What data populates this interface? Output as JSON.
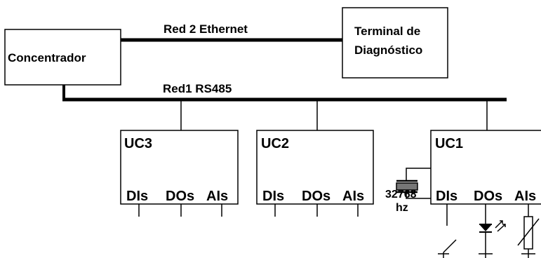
{
  "nodes": {
    "concentrator": "Concentrador",
    "terminal_line1": "Terminal de",
    "terminal_line2": "Diagnóstico"
  },
  "networks": {
    "ethernet": "Red 2  Ethernet",
    "rs485": "Red1  RS485"
  },
  "units": [
    {
      "name": "UC3",
      "inputs": [
        "DIs",
        "DOs",
        "AIs"
      ]
    },
    {
      "name": "UC2",
      "inputs": [
        "DIs",
        "DOs",
        "AIs"
      ]
    },
    {
      "name": "UC1",
      "inputs": [
        "DIs",
        "DOs",
        "AIs"
      ]
    }
  ],
  "crystal": {
    "freq_value": "32768",
    "freq_unit": "hz",
    "icon": "crystal-oscillator-icon"
  },
  "components": {
    "switch": "switch-icon",
    "led": "led-icon",
    "resistor": "variable-resistor-icon"
  }
}
